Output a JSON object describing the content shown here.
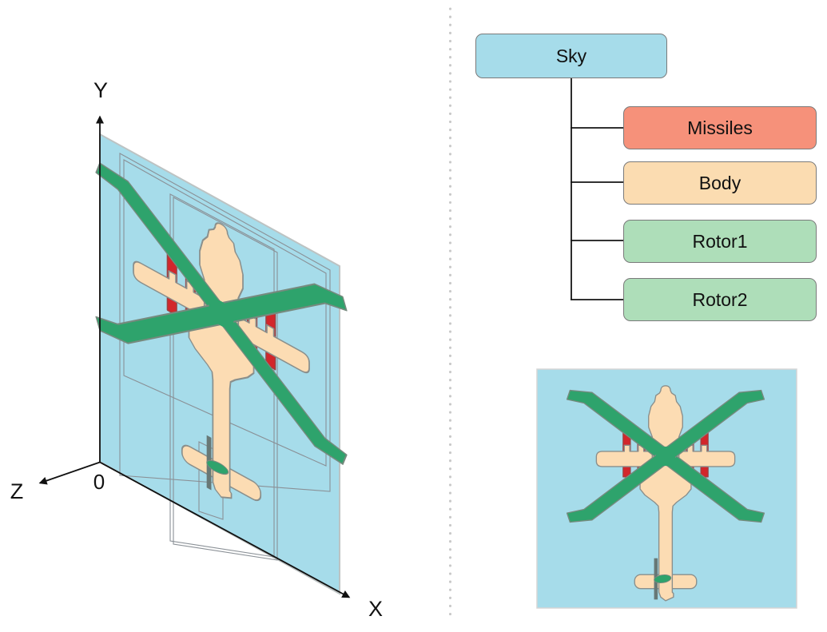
{
  "scene_3d": {
    "axis_labels": {
      "x": "X",
      "y": "Y",
      "z": "Z"
    },
    "origin_label": "0",
    "plane_color": "#a6dcea"
  },
  "tree": {
    "root": {
      "label": "Sky",
      "color": "#a6dcea"
    },
    "children": [
      {
        "label": "Missiles",
        "color": "#f6917a"
      },
      {
        "label": "Body",
        "color": "#fbdcb1"
      },
      {
        "label": "Rotor1",
        "color": "#aedeb9"
      },
      {
        "label": "Rotor2",
        "color": "#aedeb9"
      }
    ]
  },
  "composite_preview": {
    "background_color": "#a6dcea"
  },
  "helicopter": {
    "body_color": "#fcdcb3",
    "rotor_color": "#2ea36c",
    "missile_color": "#d2262b",
    "tail_rotor_color": "#687876"
  }
}
